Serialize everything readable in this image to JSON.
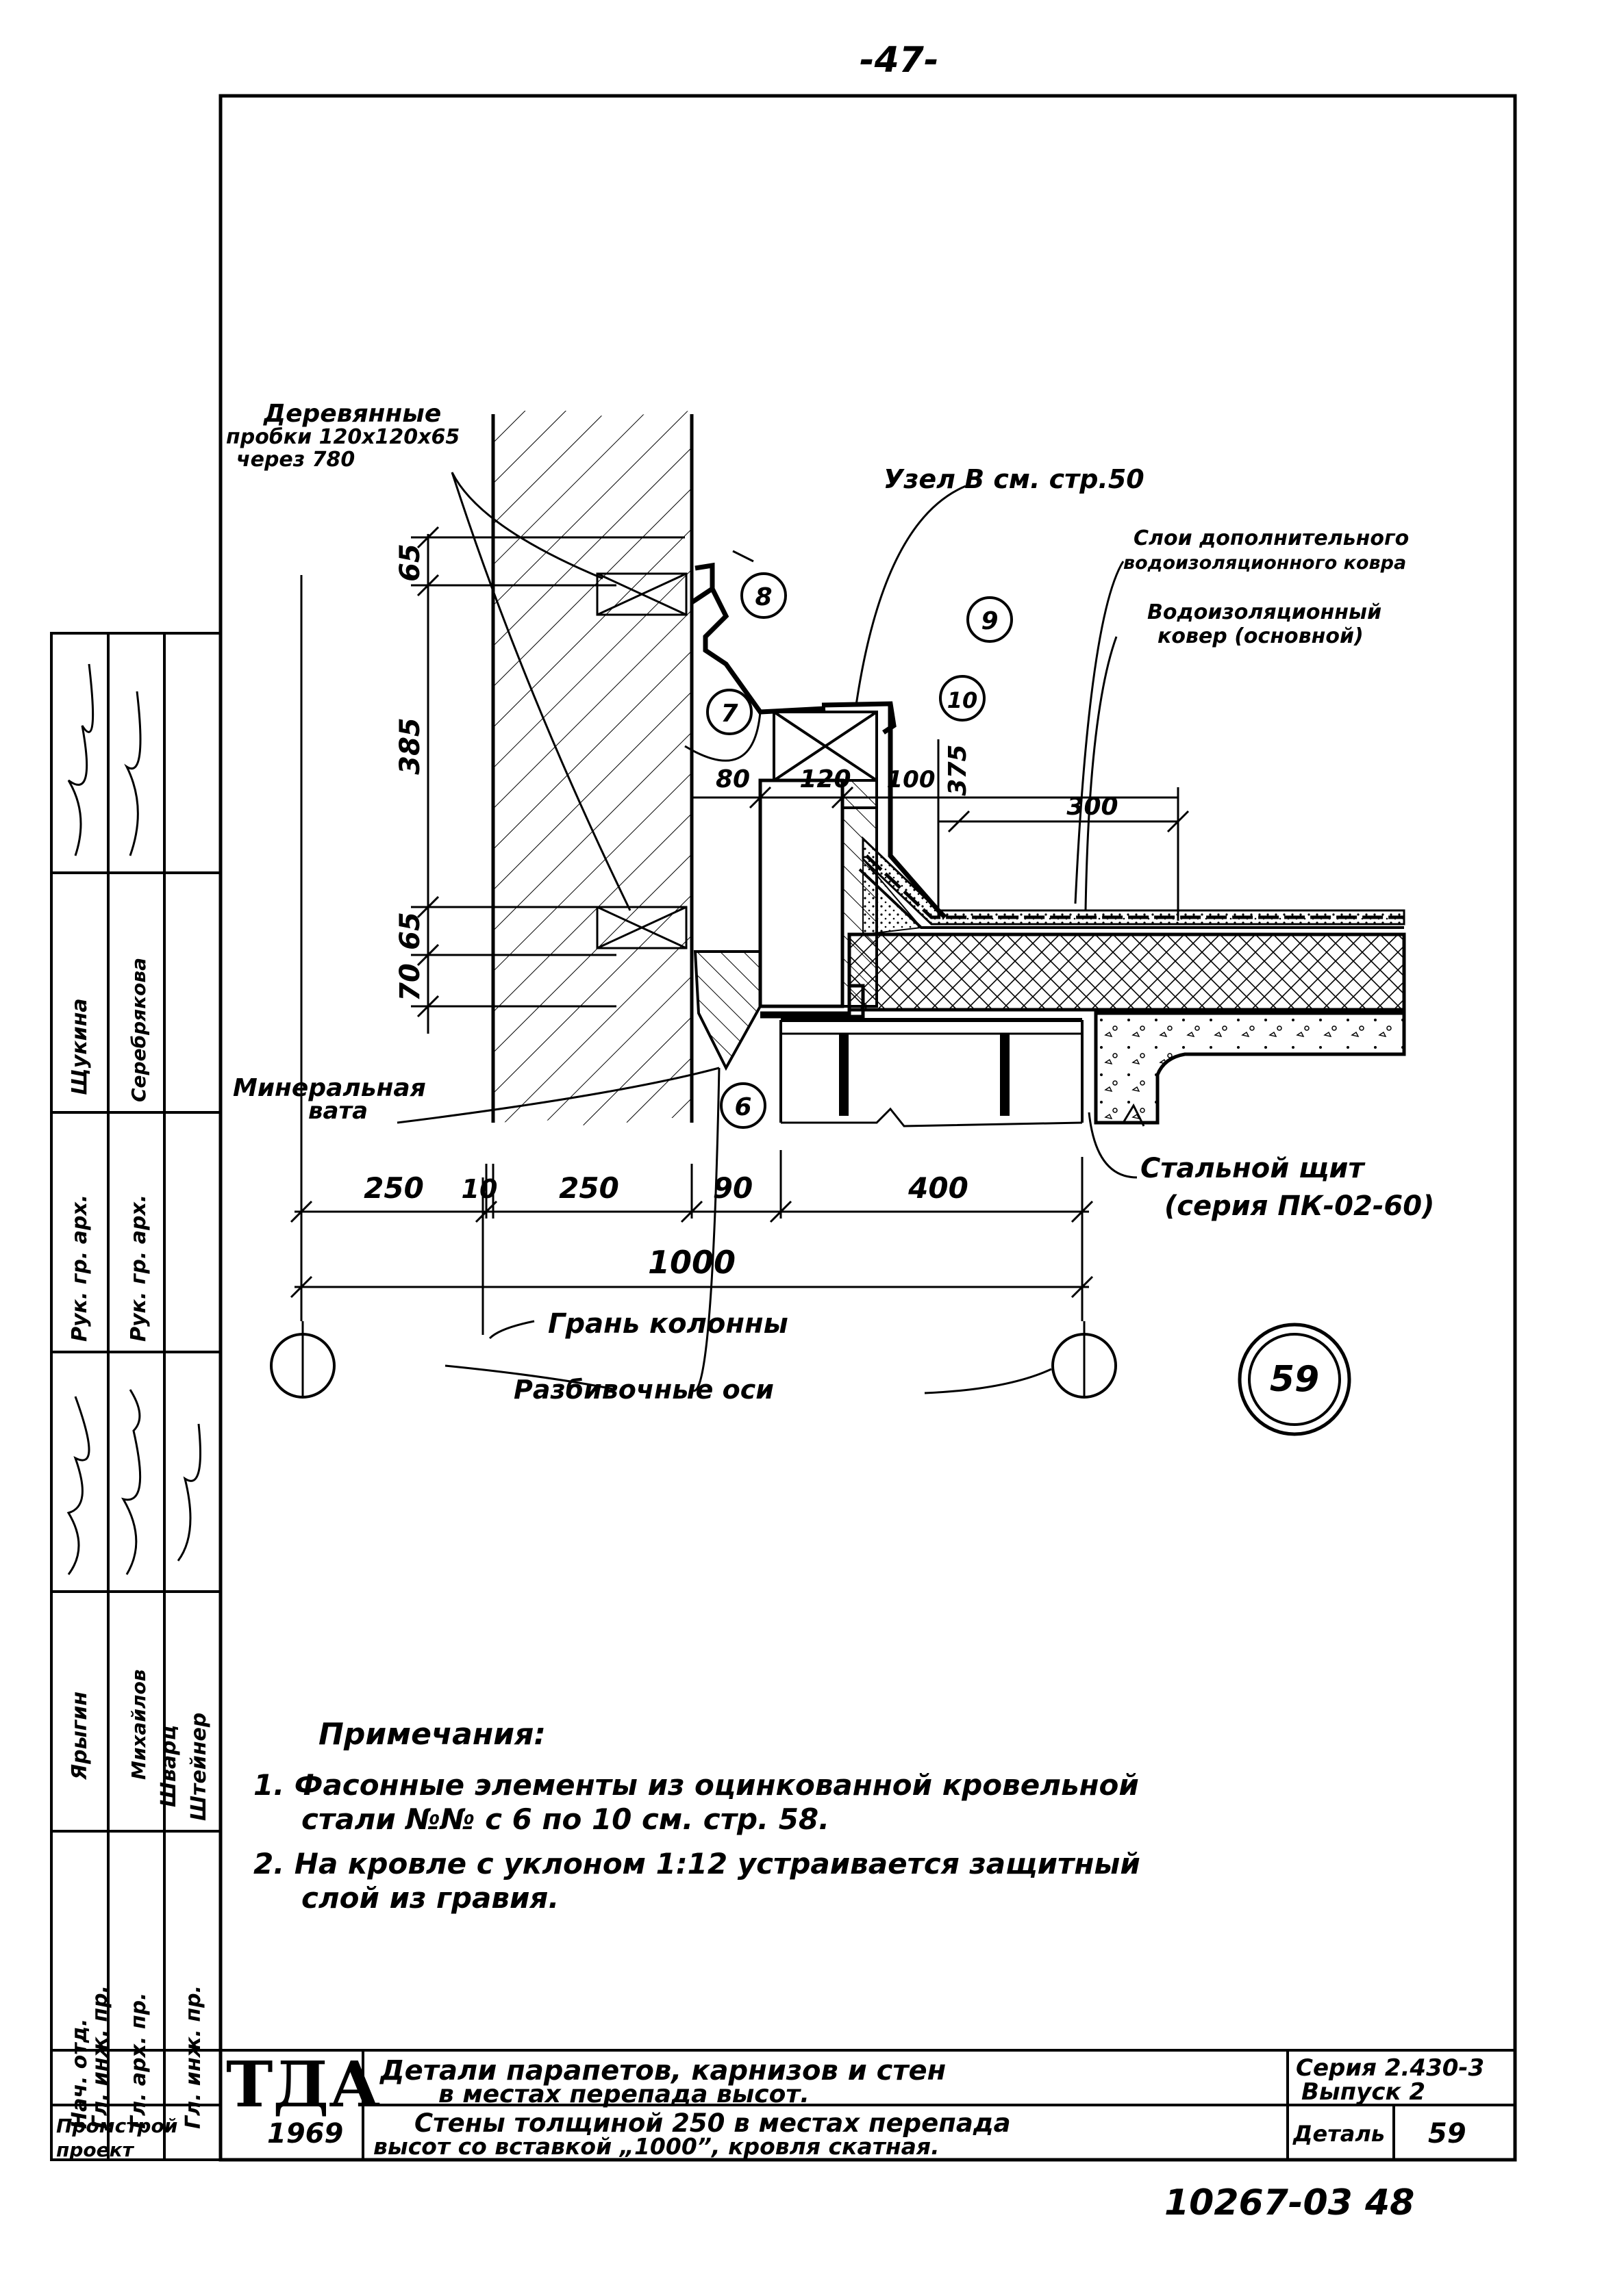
{
  "page_number": "-47-",
  "labels": {
    "wooden_plugs": [
      "Деревянные",
      "пробки 120x120x65",
      "через 780"
    ],
    "node_ref": "Узел В см. стр.50",
    "extra_layer": [
      "Слои дополнительного",
      "водоизоляционного ковра"
    ],
    "main_carpet": [
      "Водоизоляционный",
      "ковер (основной)"
    ],
    "mineral_wool": [
      "Минеральная",
      "вата"
    ],
    "steel_panel": [
      "Стальной щит",
      "(серия ПК-02-60)"
    ],
    "column_face": "Грань колонны",
    "grid_axes": "Разбивочные оси",
    "detail_circle": "59"
  },
  "callouts": [
    "6",
    "7",
    "8",
    "9",
    "10"
  ],
  "dimensions": {
    "vertical": [
      "65",
      "385",
      "65",
      "70"
    ],
    "top": [
      "80",
      "120",
      "100",
      "375",
      "300"
    ],
    "bottom": [
      "250",
      "10",
      "250",
      "90",
      "400"
    ],
    "total": "1000"
  },
  "notes": {
    "heading": "Примечания:",
    "items": [
      [
        "1. Фасонные элементы из оцинкованной кровельной",
        "стали №№ с 6 по 10 см. стр. 58."
      ],
      [
        "2. На кровле с уклоном 1:12 устраивается защитный",
        "слой из гравия."
      ]
    ]
  },
  "left_stamp": {
    "roles": [
      "Нач. отд.",
      "Гл. инж. пр.",
      "Гл. арх. пр.",
      "Гл. инж. пр.",
      "Рук. гр. арх.",
      "Рук. гр. арх."
    ],
    "names": [
      "Ярыгин",
      "Михайлов",
      "Шварц",
      "Штейнер",
      "Щукина",
      "Серебрякова"
    ]
  },
  "title_block": {
    "logo": "ТДА",
    "org": "Промстрой проект",
    "year": "1969",
    "title": [
      "Детали парапетов, карнизов и стен",
      "в местах перепада высот."
    ],
    "subtitle": [
      "Стены толщиной 250 в местах перепада",
      "высот со вставкой „1000”, кровля скатная."
    ],
    "series": [
      "Серия 2.430-3",
      "Выпуск 2"
    ],
    "detail_label": "Деталь",
    "detail_no": "59"
  },
  "footer_code": "10267-03 48"
}
